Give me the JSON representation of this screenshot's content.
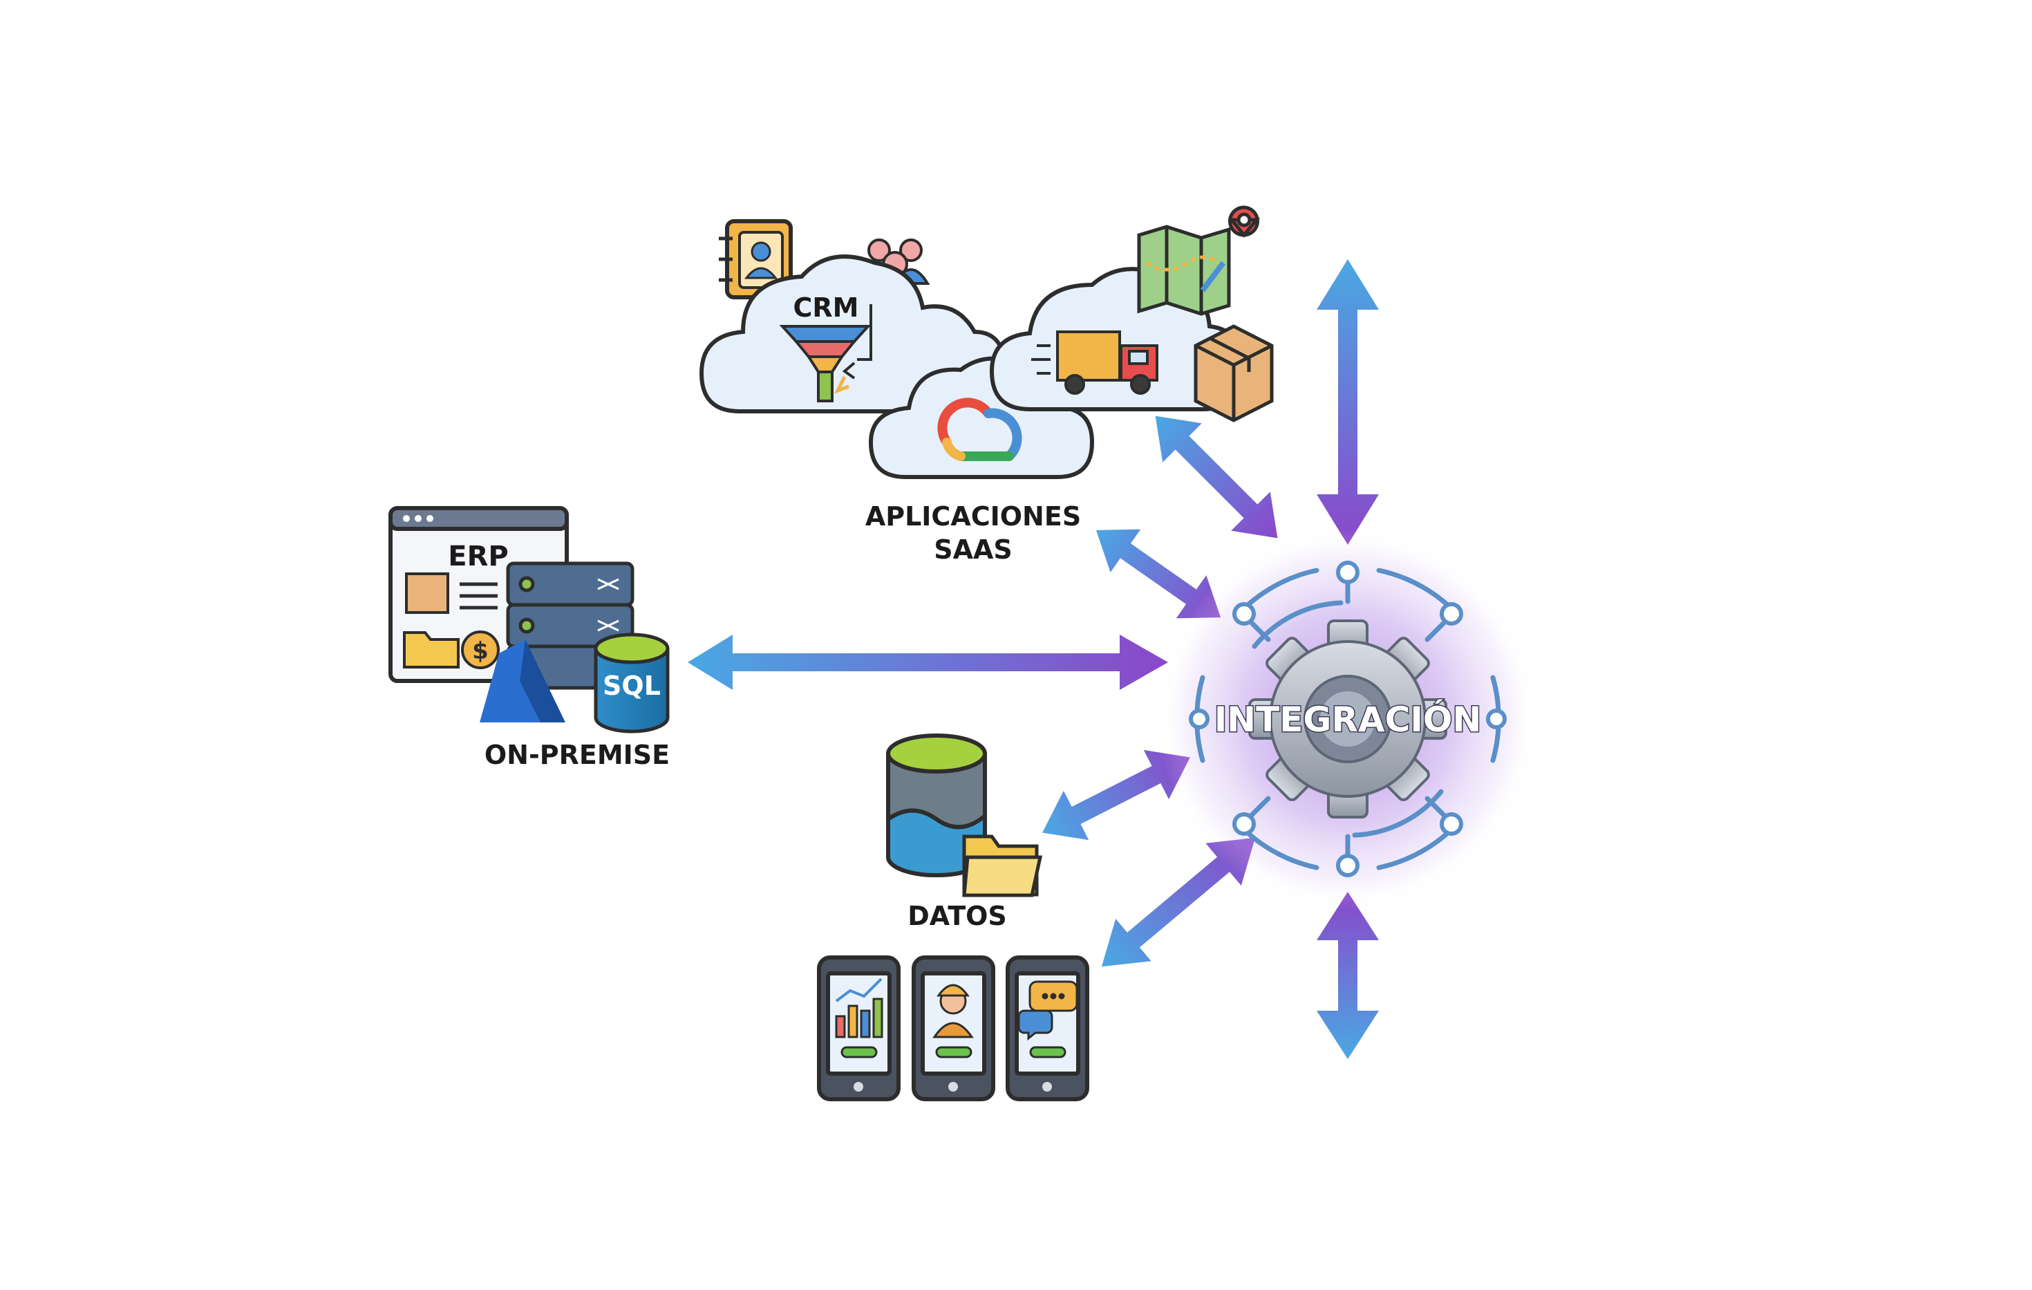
{
  "labels": {
    "saas_line1": "APLICACIONES",
    "saas_line2": "SAAS",
    "on_premise": "ON-PREMISE",
    "datos": "DATOS",
    "hub": "INTEGRACIÓN",
    "crm": "CRM",
    "erp": "ERP",
    "sql": "SQL"
  },
  "icons": [
    "contacts-book-icon",
    "people-icon",
    "funnel-icon",
    "google-cloud-icon",
    "delivery-truck-icon",
    "map-icon",
    "box-icon",
    "server-icon",
    "azure-icon",
    "database-icon",
    "folder-icon",
    "phone-analytics-icon",
    "phone-worker-icon",
    "phone-chat-icon",
    "gear-icon"
  ],
  "colors": {
    "arrow_start": "#4aa8e3",
    "arrow_end": "#8b47c9",
    "hub_glow": "#b48be6",
    "cloud_fill": "#e6f0fa",
    "outline": "#2d2d2d"
  }
}
